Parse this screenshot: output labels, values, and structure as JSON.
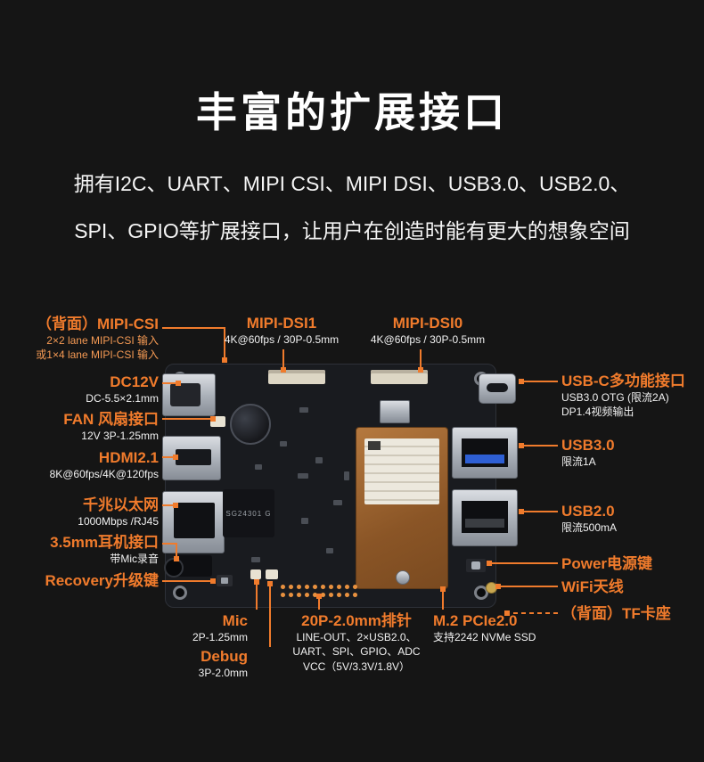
{
  "page": {
    "title": "丰富的扩展接口",
    "description_line1": "拥有I2C、UART、MIPI CSI、MIPI DSI、USB3.0、USB2.0、",
    "description_line2": "SPI、GPIO等扩展接口，让用户在创造时能有更大的想象空间"
  },
  "colors": {
    "background": "#151515",
    "accent": "#f07b2c",
    "text": "#ffffff"
  },
  "board": {
    "chip_label": "SG24301 G"
  },
  "annotations": {
    "left": [
      {
        "id": "mipi-csi",
        "label": "（背面）MIPI-CSI",
        "sub": [
          "2×2 lane MIPI-CSI 输入",
          "或1×4 lane MIPI-CSI 输入"
        ]
      },
      {
        "id": "dc12v",
        "label": "DC12V",
        "sub": [
          "DC-5.5×2.1mm"
        ]
      },
      {
        "id": "fan",
        "label": "FAN 风扇接口",
        "sub": [
          "12V 3P-1.25mm"
        ]
      },
      {
        "id": "hdmi",
        "label": "HDMI2.1",
        "sub": [
          "8K@60fps/4K@120fps"
        ]
      },
      {
        "id": "ethernet",
        "label": "千兆以太网",
        "sub": [
          "1000Mbps /RJ45"
        ]
      },
      {
        "id": "audio",
        "label": "3.5mm耳机接口",
        "sub": [
          "带Mic录音"
        ]
      },
      {
        "id": "recovery",
        "label": "Recovery升级键",
        "sub": []
      }
    ],
    "top": [
      {
        "id": "mipi-dsi1",
        "label": "MIPI-DSI1",
        "sub": [
          "4K@60fps / 30P-0.5mm"
        ]
      },
      {
        "id": "mipi-dsi0",
        "label": "MIPI-DSI0",
        "sub": [
          "4K@60fps / 30P-0.5mm"
        ]
      }
    ],
    "right": [
      {
        "id": "usb-c",
        "label": "USB-C多功能接口",
        "sub": [
          "USB3.0 OTG (限流2A)",
          "DP1.4视频输出"
        ]
      },
      {
        "id": "usb3",
        "label": "USB3.0",
        "sub": [
          "限流1A"
        ]
      },
      {
        "id": "usb2",
        "label": "USB2.0",
        "sub": [
          "限流500mA"
        ]
      },
      {
        "id": "power",
        "label": "Power电源键",
        "sub": []
      },
      {
        "id": "wifi",
        "label": "WiFi天线",
        "sub": []
      },
      {
        "id": "tf",
        "label": "（背面）TF卡座",
        "sub": []
      }
    ],
    "bottom": [
      {
        "id": "mic",
        "label": "Mic",
        "sub": [
          "2P-1.25mm"
        ]
      },
      {
        "id": "debug",
        "label": "Debug",
        "sub": [
          "3P-2.0mm"
        ]
      },
      {
        "id": "header-20p",
        "label": "20P-2.0mm排针",
        "sub": [
          "LINE-OUT、2×USB2.0、",
          "UART、SPI、GPIO、ADC",
          "VCC（5V/3.3V/1.8V）"
        ]
      },
      {
        "id": "m2",
        "label": "M.2 PCIe2.0",
        "sub": [
          "支持2242 NVMe SSD"
        ]
      }
    ]
  }
}
